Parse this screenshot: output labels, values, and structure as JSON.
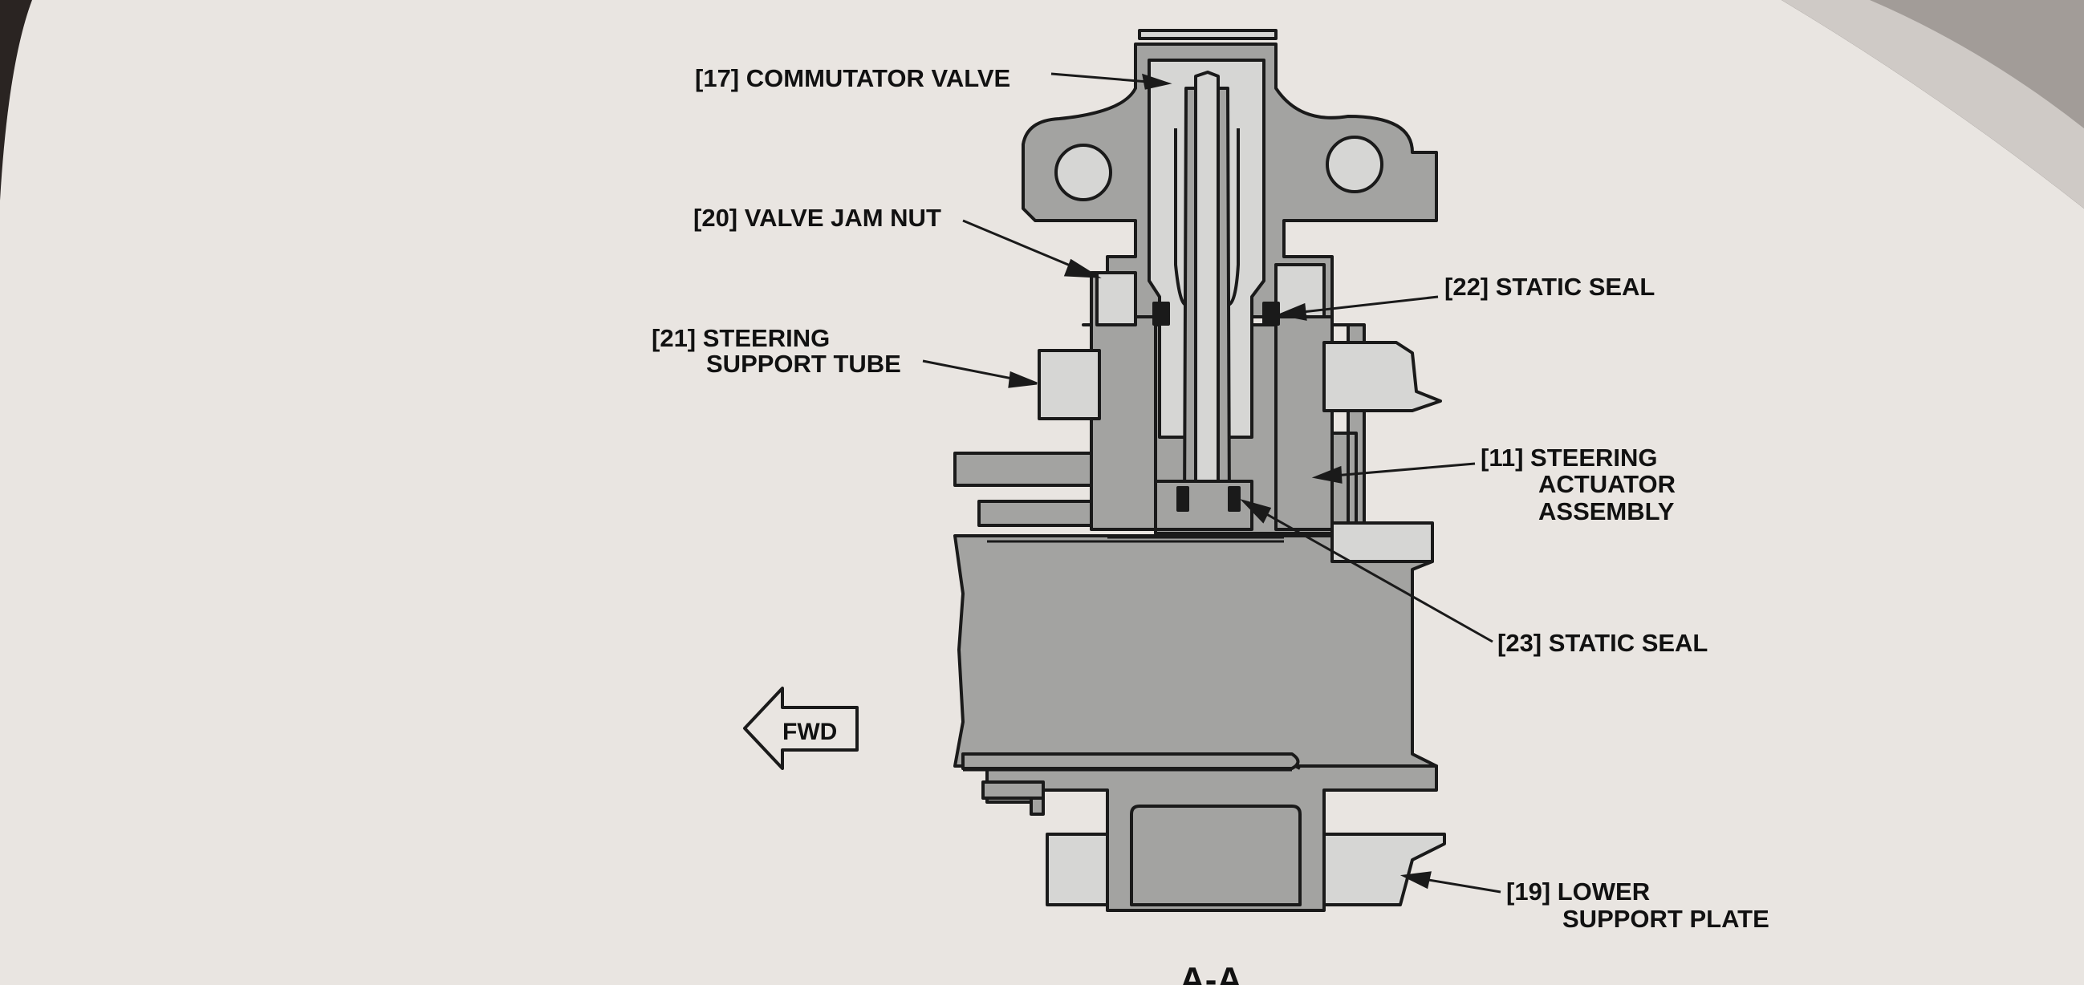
{
  "labels": {
    "commutator_valve": "[17] COMMUTATOR VALVE",
    "valve_jam_nut": "[20] VALVE JAM NUT",
    "steering_support_tube_1": "[21] STEERING",
    "steering_support_tube_2": "SUPPORT TUBE",
    "static_seal_22": "[22] STATIC SEAL",
    "steering_actuator_1": "[11] STEERING",
    "steering_actuator_2": "ACTUATOR",
    "steering_actuator_3": "ASSEMBLY",
    "static_seal_23": "[23] STATIC SEAL",
    "lower_support_plate_1": "[19] LOWER",
    "lower_support_plate_2": "SUPPORT PLATE",
    "fwd_arrow": "FWD",
    "section_label": "A-A"
  },
  "colors": {
    "paper": "#e9e5e1",
    "part_fill": "#a3a3a1",
    "light_fill": "#d6d6d4",
    "outline": "#1a1a1a",
    "background": "#2a2422"
  }
}
